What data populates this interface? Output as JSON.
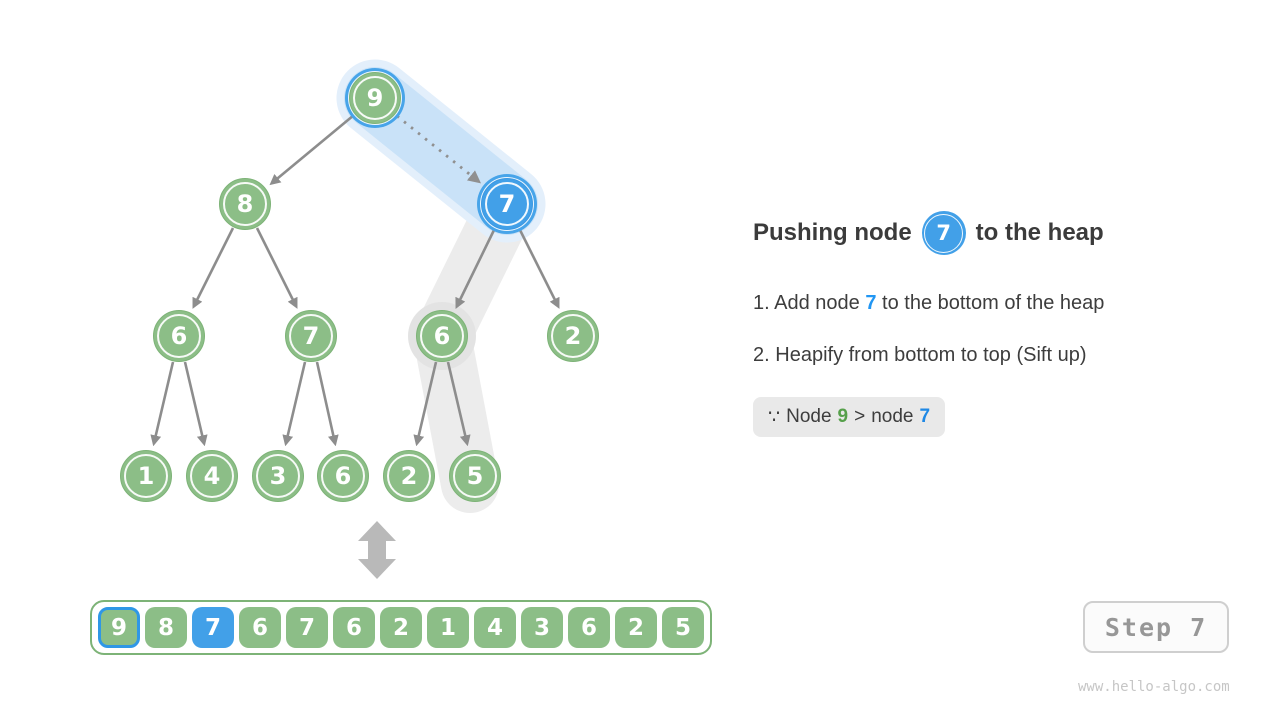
{
  "panel": {
    "title": {
      "pre": "Pushing node",
      "badge": "7",
      "post": "to the heap"
    },
    "steps": [
      {
        "num": "1.",
        "t1": "Add node ",
        "em": "7",
        "t2": " to the bottom of the heap"
      },
      {
        "num": "2.",
        "t1": "Heapify from bottom to top (Sift up)",
        "em": "",
        "t2": ""
      }
    ],
    "note": {
      "symbol": "∵",
      "word1": "Node",
      "val1": "9",
      "op": ">",
      "word2": "node",
      "val2": "7"
    }
  },
  "tree": {
    "nodes": [
      {
        "value": "9",
        "state": "compared-parent"
      },
      {
        "value": "8",
        "state": "normal"
      },
      {
        "value": "7",
        "state": "inserted"
      },
      {
        "value": "6",
        "state": "normal"
      },
      {
        "value": "7",
        "state": "normal"
      },
      {
        "value": "6",
        "state": "swapped"
      },
      {
        "value": "2",
        "state": "normal"
      },
      {
        "value": "1",
        "state": "normal"
      },
      {
        "value": "4",
        "state": "normal"
      },
      {
        "value": "3",
        "state": "normal"
      },
      {
        "value": "6",
        "state": "normal"
      },
      {
        "value": "2",
        "state": "normal"
      },
      {
        "value": "5",
        "state": "swapped"
      }
    ]
  },
  "array": {
    "cells": [
      {
        "value": "9",
        "state": "compared-parent"
      },
      {
        "value": "8",
        "state": "normal"
      },
      {
        "value": "7",
        "state": "inserted"
      },
      {
        "value": "6",
        "state": "normal"
      },
      {
        "value": "7",
        "state": "normal"
      },
      {
        "value": "6",
        "state": "normal"
      },
      {
        "value": "2",
        "state": "normal"
      },
      {
        "value": "1",
        "state": "normal"
      },
      {
        "value": "4",
        "state": "normal"
      },
      {
        "value": "3",
        "state": "normal"
      },
      {
        "value": "6",
        "state": "normal"
      },
      {
        "value": "2",
        "state": "normal"
      },
      {
        "value": "5",
        "state": "normal"
      }
    ]
  },
  "footer": {
    "step_label": "Step 7",
    "watermark": "www.hello-algo.com"
  },
  "colors": {
    "node_green": "#8cbe87",
    "node_blue": "#42a0e8",
    "ring_blue": "#47a4e9",
    "compare_band_inner": "#c9e2f8",
    "compare_band_outer": "#e3effb",
    "sift_band_gray": "#ececec",
    "edge_gray": "#8d8d8d",
    "text_dark": "#3b3b3b",
    "text_blue": "#2196f3",
    "text_green": "#56a04b",
    "note_bg": "#e9e9e9"
  }
}
